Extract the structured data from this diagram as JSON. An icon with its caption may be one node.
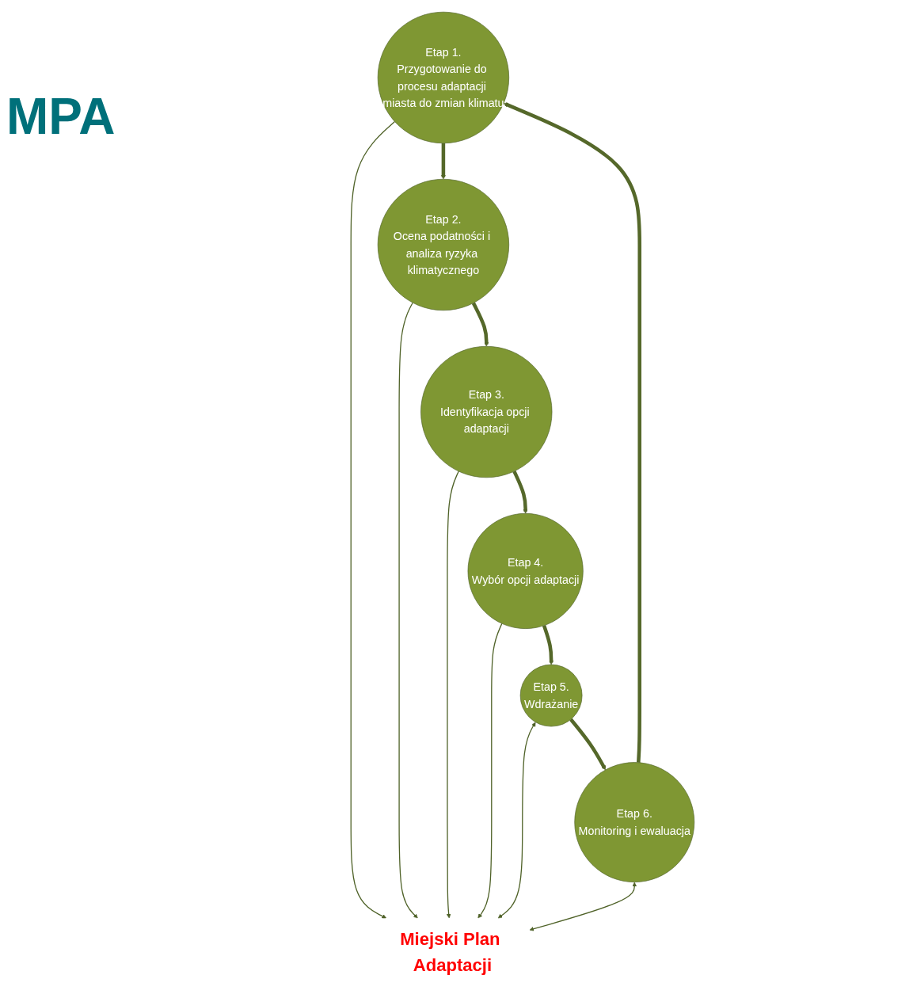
{
  "diagram": {
    "title": "MPA",
    "nodes": [
      {
        "text": [
          "Etap 1.",
          "Przygotowanie do procesu adaptacji miasta do zmian klimatu"
        ]
      },
      {
        "text": [
          "Etap 2.",
          "Ocena podatności i analiza ryzyka klimatycznego"
        ]
      },
      {
        "text": [
          "Etap 3.",
          "Identyfikacja opcji adaptacji"
        ]
      },
      {
        "text": [
          "Etap 4.",
          "Wybór opcji adaptacji"
        ]
      },
      {
        "text": [
          "Etap 5.",
          "Wdrażanie"
        ]
      },
      {
        "text": [
          "Etap 6.",
          "Monitoring i ewaluacja"
        ]
      },
      {
        "text": [
          "Miejski Plan Adaptacji"
        ]
      }
    ],
    "edges": [
      {
        "from": 0,
        "to": 6,
        "arrow": "to"
      },
      {
        "from": 1,
        "to": 6,
        "arrow": "to"
      },
      {
        "from": 2,
        "to": 6,
        "arrow": "to"
      },
      {
        "from": 3,
        "to": 6,
        "arrow": "to"
      },
      {
        "from": 4,
        "to": 6,
        "arrow": "both"
      },
      {
        "from": 5,
        "to": 6,
        "arrow": "both"
      },
      {
        "from": 5,
        "to": 0,
        "arrow": "to",
        "style": "thick"
      },
      {
        "from": 0,
        "to": 1,
        "arrow": "to",
        "style": "thick"
      },
      {
        "from": 1,
        "to": 2,
        "arrow": "to",
        "style": "thick"
      },
      {
        "from": 2,
        "to": 3,
        "arrow": "to",
        "style": "thick"
      },
      {
        "from": 3,
        "to": 4,
        "arrow": "to",
        "style": "thick"
      },
      {
        "from": 4,
        "to": 5,
        "arrow": "to",
        "style": "thick"
      }
    ]
  }
}
